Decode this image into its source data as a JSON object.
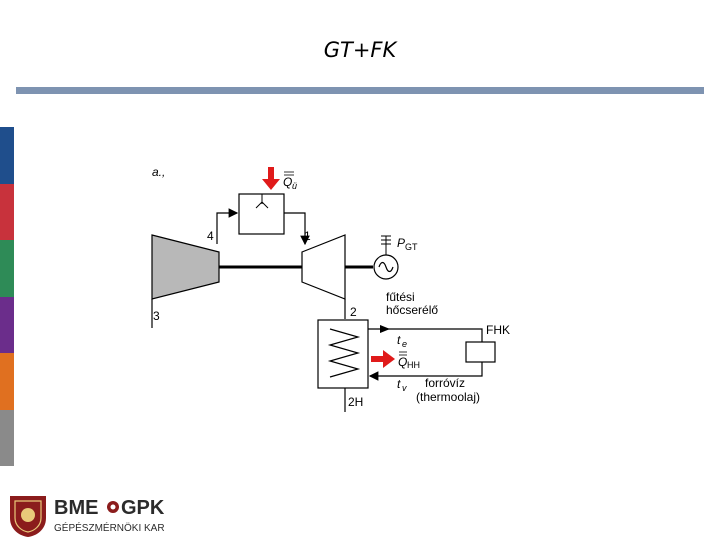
{
  "slide": {
    "title": "GT+FK"
  },
  "diagram": {
    "panel_label": "a.,",
    "heat_input_symbol": "Q",
    "heat_input_sub": "ü",
    "power_symbol": "P",
    "power_sub": "GT",
    "point_4": "4",
    "point_1": "1",
    "point_3": "3",
    "point_2": "2",
    "point_2H": "2H",
    "hx_label_line1": "fűtési",
    "hx_label_line2": "hőcserélő",
    "consumer_label": "FHK",
    "temp_out_symbol": "t",
    "temp_out_sub": "e",
    "temp_return_symbol": "t",
    "temp_return_sub": "v",
    "heat_hh_symbol": "Q",
    "heat_hh_sub": "HH",
    "water_label_line1": "forróvíz",
    "water_label_line2": "(thermoolaj)"
  },
  "logo": {
    "line1_a": "BME",
    "line1_b": "GPK",
    "line2": "GÉPÉSZMÉRNÖKI KAR"
  },
  "colors": {
    "title_rule": "#7e93b1",
    "arrow_red": "#e01a1a",
    "turbine_fill": "#b8b8b8",
    "logo_red": "#8b1c1c",
    "logo_dark": "#2b2b2b"
  },
  "side_stripes": [
    "#1f4e8c",
    "#c8323c",
    "#2e8b57",
    "#6b2d8b",
    "#e07020",
    "#8a8a8a"
  ]
}
